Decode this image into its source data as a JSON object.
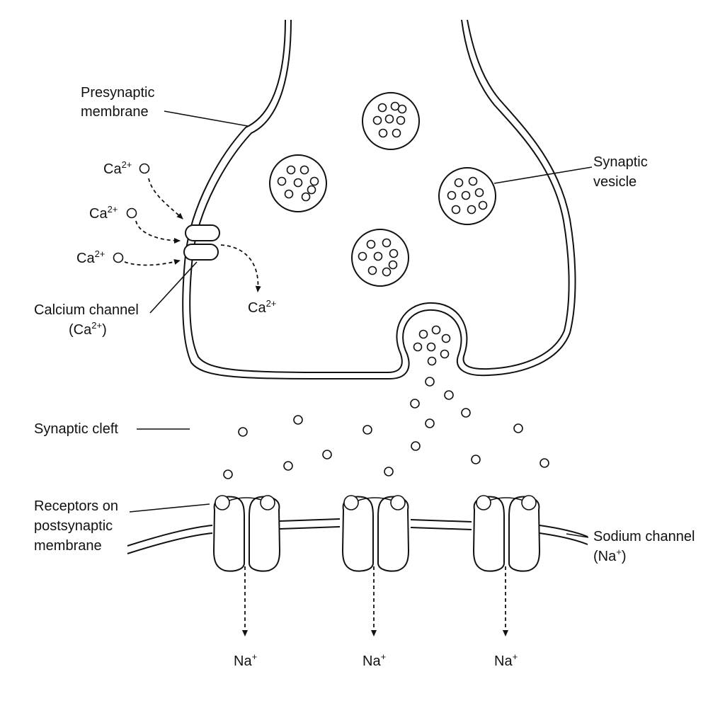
{
  "labels": {
    "presynaptic_line1": "Presynaptic",
    "presynaptic_line2": "membrane",
    "synaptic_vesicle_line1": "Synaptic",
    "synaptic_vesicle_line2": "vesicle",
    "calcium_channel_line1": "Calcium channel",
    "calcium_channel_line2_pre": "(Ca",
    "calcium_channel_line2_sup": "2+",
    "calcium_channel_line2_post": ")",
    "synaptic_cleft": "Synaptic cleft",
    "receptors_line1": "Receptors on",
    "receptors_line2": "postsynaptic",
    "receptors_line3": "membrane",
    "sodium_channel_line1": "Sodium channel",
    "sodium_channel_line2_pre": "(Na",
    "sodium_channel_line2_sup": "+",
    "sodium_channel_line2_post": ")"
  },
  "ions": {
    "calcium_base": "Ca",
    "calcium_charge": "2+",
    "sodium_base": "Na",
    "sodium_charge": "+"
  }
}
